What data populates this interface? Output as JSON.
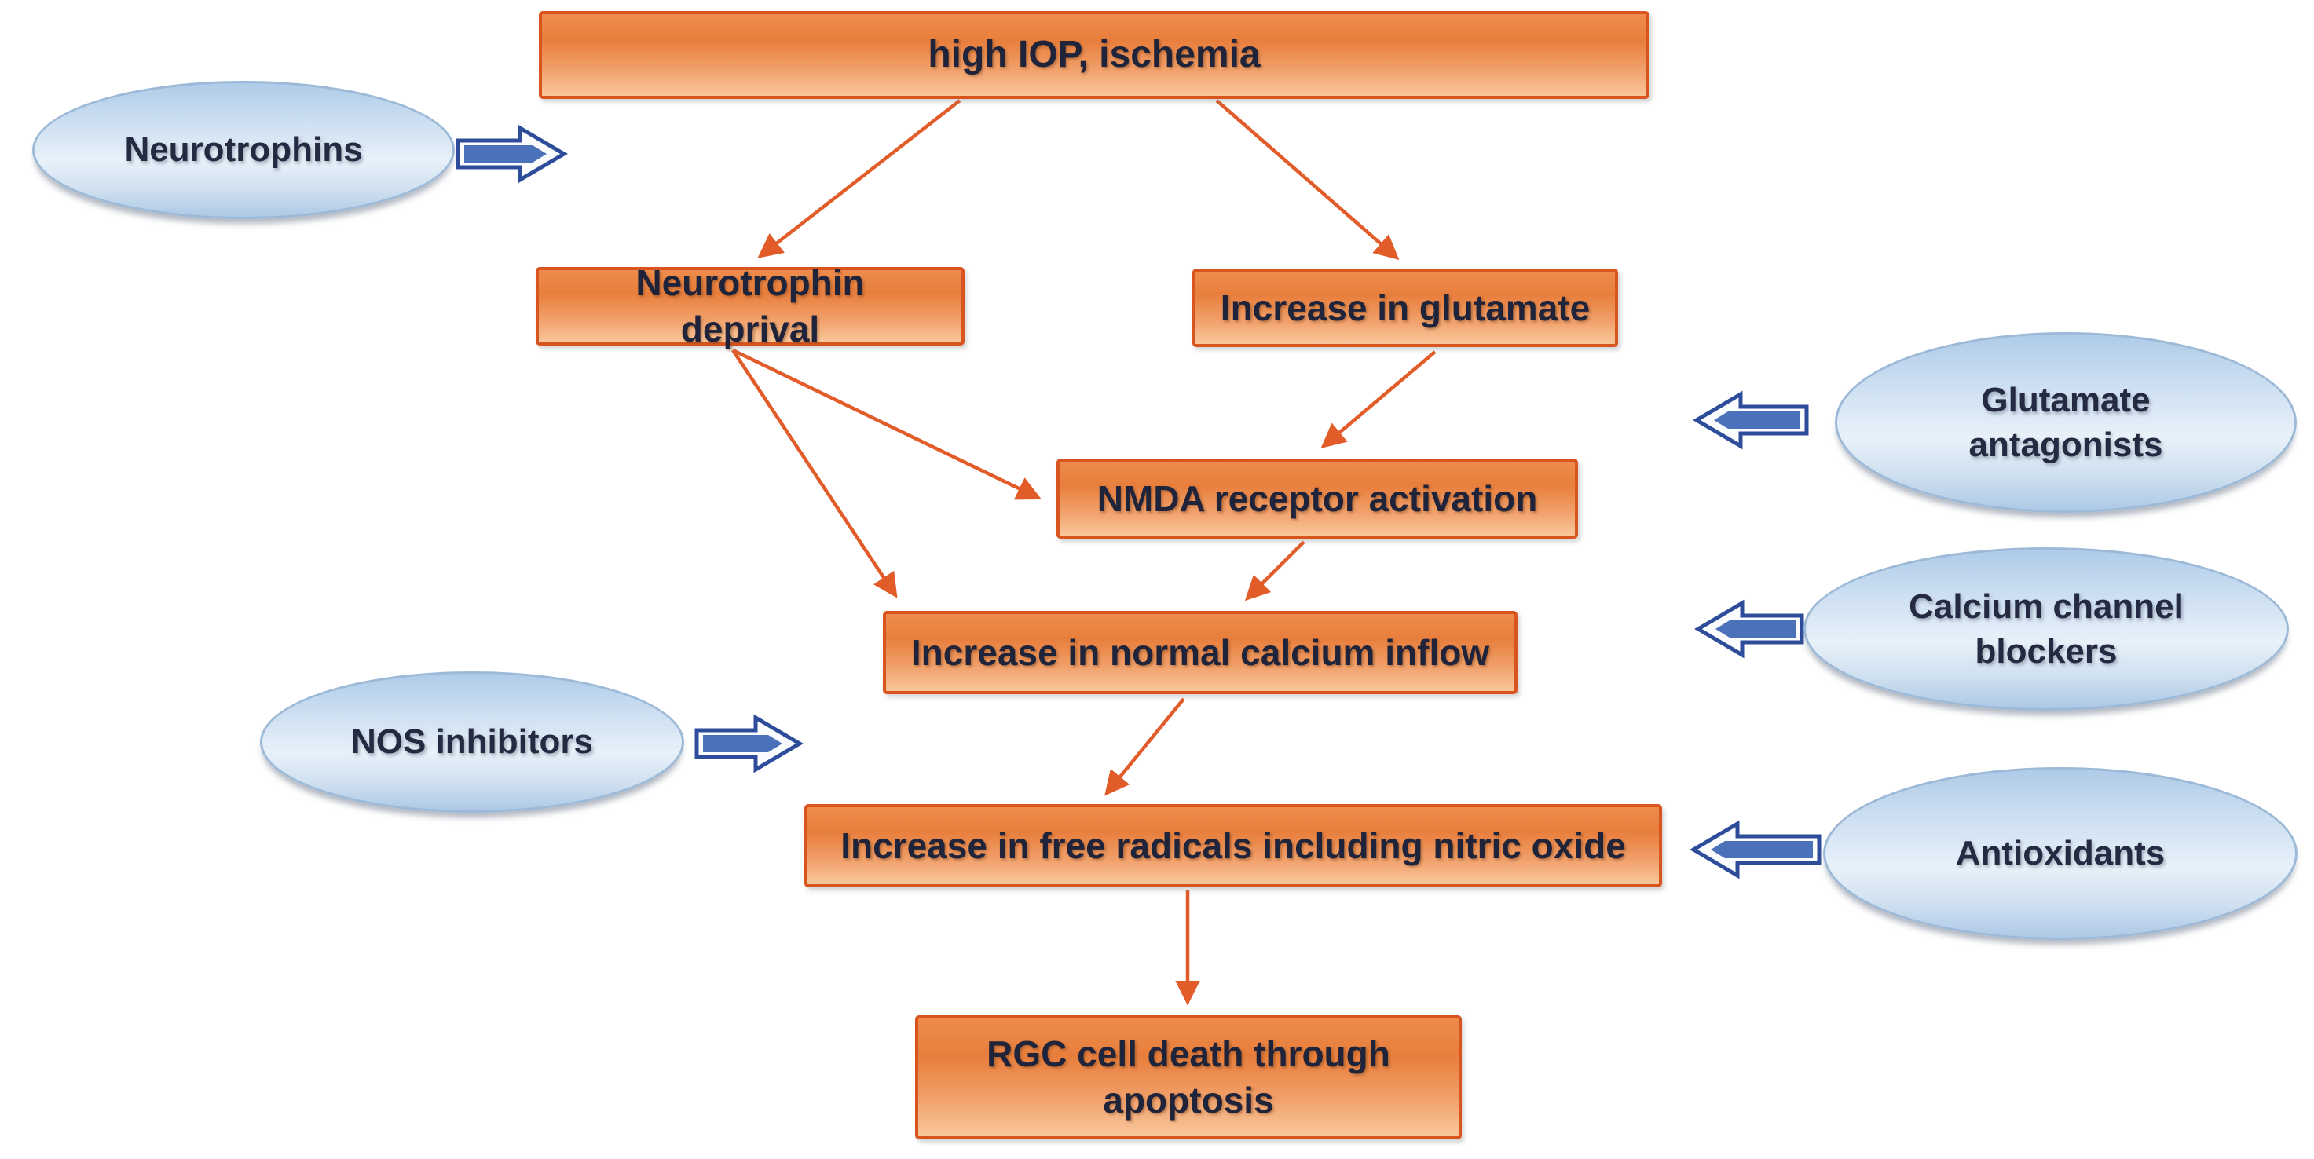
{
  "diagram": {
    "title": "Mechanisms of RGC death in glaucoma and neuroprotective interventions",
    "background_color": "#ffffff",
    "colors": {
      "process_box_border": "#d8551f",
      "process_box_fill_top": "#ee8c4c",
      "process_box_fill_bottom": "#f9c79c",
      "intervention_fill_top": "#aecbe8",
      "intervention_fill_mid": "#e8f1f9",
      "intervention_border": "#9db9d8",
      "connector_arrow": "#e25c2a",
      "block_arrow_fill": "#4a71ba",
      "block_arrow_outline": "#2d4d9b",
      "text": "#20243a"
    },
    "process_nodes": [
      {
        "id": "high-iop",
        "label": "high IOP, ischemia"
      },
      {
        "id": "neurotrophin-deprival",
        "label": "Neurotrophin deprival"
      },
      {
        "id": "increase-glutamate",
        "label": "Increase in glutamate"
      },
      {
        "id": "nmda-activation",
        "label": "NMDA receptor activation"
      },
      {
        "id": "calcium-inflow",
        "label": "Increase in normal calcium inflow"
      },
      {
        "id": "free-radicals",
        "label": "Increase in free radicals including nitric oxide"
      },
      {
        "id": "rgc-death",
        "label": "RGC cell death through apoptosis"
      }
    ],
    "intervention_nodes": [
      {
        "id": "neurotrophins",
        "label": "Neurotrophins",
        "arrow_direction": "right"
      },
      {
        "id": "glutamate-antagonists",
        "label": "Glutamate antagonists",
        "arrow_direction": "left"
      },
      {
        "id": "calcium-channel-blockers",
        "label": "Calcium channel blockers",
        "arrow_direction": "left"
      },
      {
        "id": "nos-inhibitors",
        "label": "NOS inhibitors",
        "arrow_direction": "right"
      },
      {
        "id": "antioxidants",
        "label": "Antioxidants",
        "arrow_direction": "left"
      }
    ],
    "edges": [
      {
        "from": "high-iop",
        "to": "neurotrophin-deprival"
      },
      {
        "from": "high-iop",
        "to": "increase-glutamate"
      },
      {
        "from": "neurotrophin-deprival",
        "to": "nmda-activation"
      },
      {
        "from": "neurotrophin-deprival",
        "to": "calcium-inflow"
      },
      {
        "from": "increase-glutamate",
        "to": "nmda-activation"
      },
      {
        "from": "nmda-activation",
        "to": "calcium-inflow"
      },
      {
        "from": "calcium-inflow",
        "to": "free-radicals"
      },
      {
        "from": "free-radicals",
        "to": "rgc-death"
      }
    ]
  }
}
